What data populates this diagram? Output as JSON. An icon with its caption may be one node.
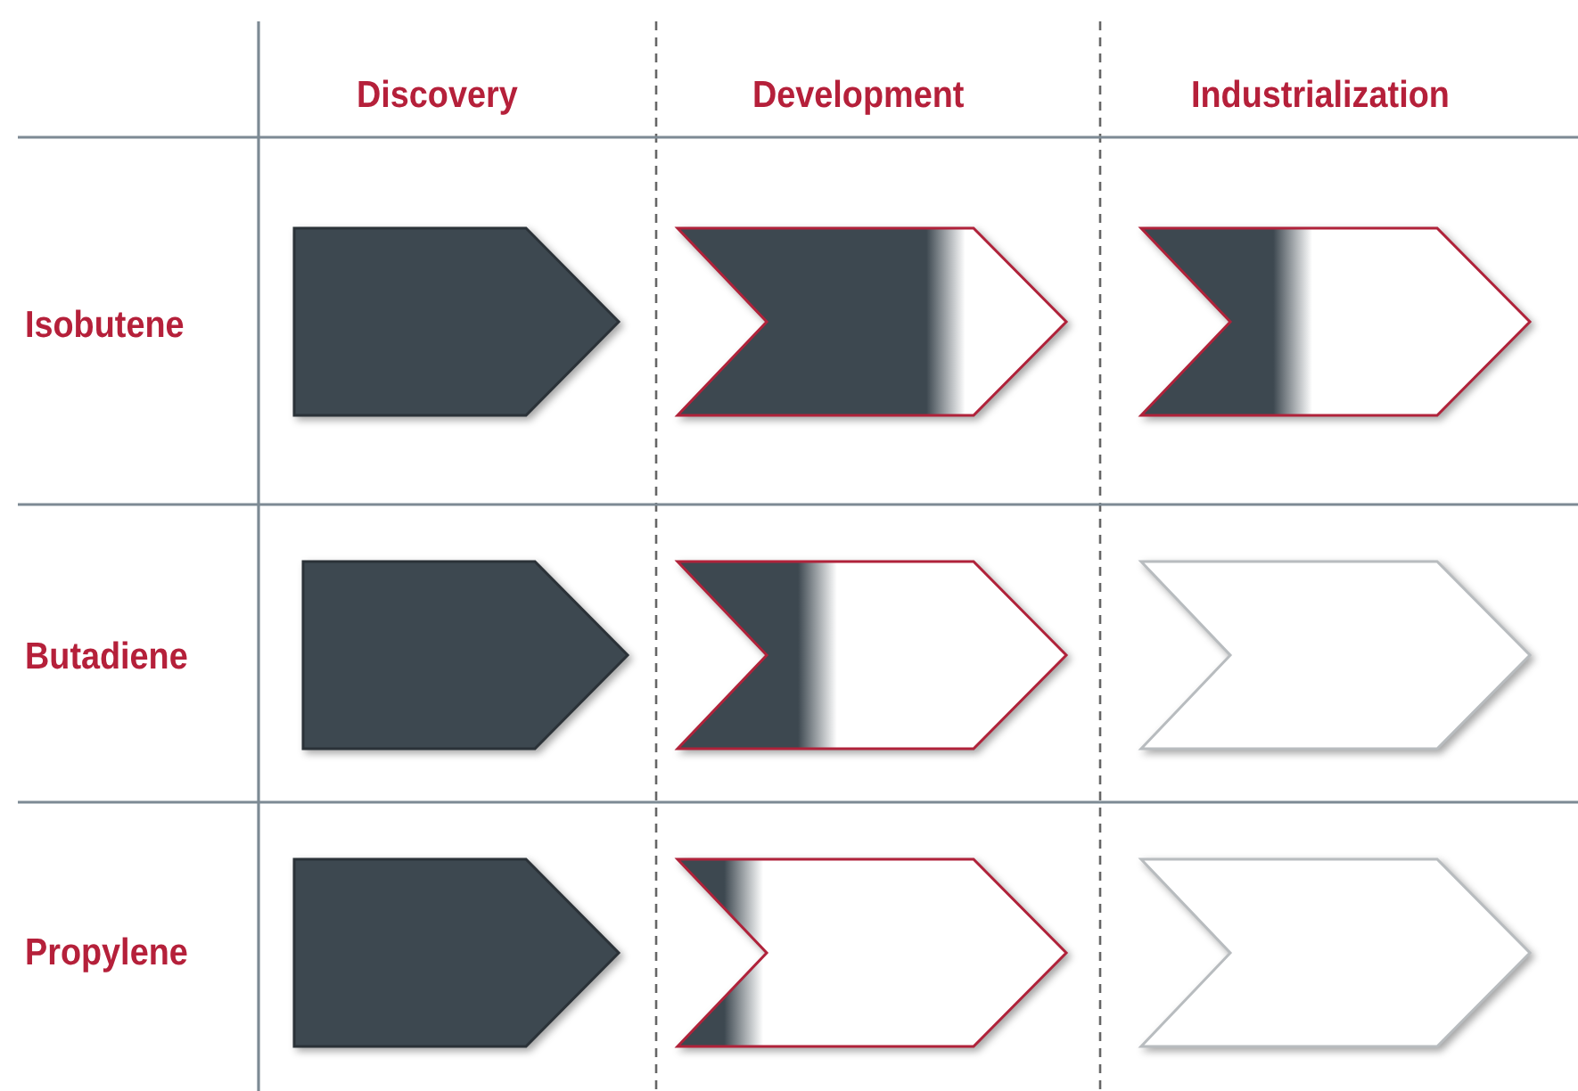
{
  "diagram": {
    "nodes": [
      {
        "text": [],
        "shape": "pentagon"
      },
      {
        "text": [],
        "shape": "chevron"
      },
      {
        "text": [],
        "shape": "chevron"
      },
      {
        "text": [],
        "shape": "pentagon"
      },
      {
        "text": [],
        "shape": "chevron"
      },
      {
        "text": [],
        "shape": "chevron"
      },
      {
        "text": [],
        "shape": "pentagon"
      },
      {
        "text": [],
        "shape": "chevron"
      },
      {
        "text": [],
        "shape": "chevron"
      }
    ],
    "labels": [
      "Discovery",
      "Development",
      "Industrialization",
      "Isobutene",
      "Butadiene",
      "Propylene"
    ]
  }
}
